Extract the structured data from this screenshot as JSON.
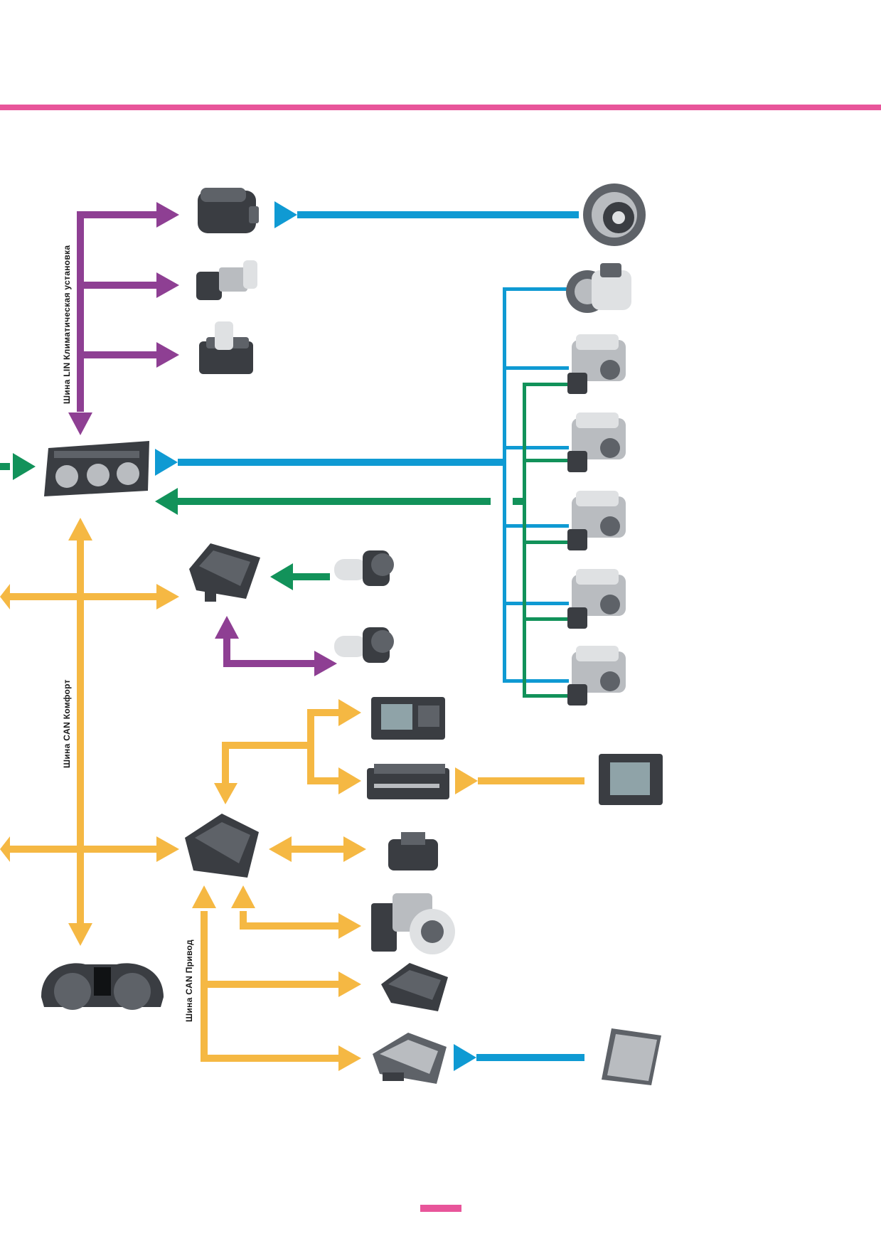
{
  "colors": {
    "accent_pink": "#e8559a",
    "lin_bus": "#8e3f93",
    "can_bus": "#f5b843",
    "signal_blue": "#0f9ad3",
    "signal_green": "#12925a"
  },
  "bus_labels": {
    "lin_climate": "Шина LIN Климатическая установка",
    "can_comfort": "Шина CAN Комфорт",
    "can_drive": "Шина CAN Привод"
  },
  "components": [
    {
      "id": "fan-control-module",
      "icon": "fan-controller-icon"
    },
    {
      "id": "pressure-sensor",
      "icon": "pressure-sensor-icon"
    },
    {
      "id": "air-quality-sensor",
      "icon": "air-quality-sensor-icon"
    },
    {
      "id": "fresh-air-blower",
      "icon": "blower-icon"
    },
    {
      "id": "ac-compressor",
      "icon": "compressor-icon"
    },
    {
      "id": "flap-actuator-1",
      "icon": "flap-actuator-icon"
    },
    {
      "id": "flap-actuator-2",
      "icon": "flap-actuator-icon"
    },
    {
      "id": "flap-actuator-3",
      "icon": "flap-actuator-icon"
    },
    {
      "id": "flap-actuator-4",
      "icon": "flap-actuator-icon"
    },
    {
      "id": "flap-actuator-5",
      "icon": "flap-actuator-icon"
    },
    {
      "id": "climate-control-panel",
      "icon": "climate-panel-icon"
    },
    {
      "id": "door-control-unit",
      "icon": "control-unit-icon"
    },
    {
      "id": "window-motor-1",
      "icon": "window-motor-icon"
    },
    {
      "id": "window-motor-2",
      "icon": "window-motor-icon"
    },
    {
      "id": "radio-unit",
      "icon": "radio-icon"
    },
    {
      "id": "media-drive",
      "icon": "media-drive-icon"
    },
    {
      "id": "navigation-display",
      "icon": "display-icon"
    },
    {
      "id": "gateway",
      "icon": "gateway-icon"
    },
    {
      "id": "diagnostic-connector",
      "icon": "connector-icon"
    },
    {
      "id": "abs-unit",
      "icon": "abs-icon"
    },
    {
      "id": "airbag-unit",
      "icon": "airbag-unit-icon"
    },
    {
      "id": "engine-control-unit",
      "icon": "ecu-icon"
    },
    {
      "id": "radiator",
      "icon": "radiator-icon"
    },
    {
      "id": "instrument-cluster",
      "icon": "instrument-cluster-icon"
    }
  ]
}
